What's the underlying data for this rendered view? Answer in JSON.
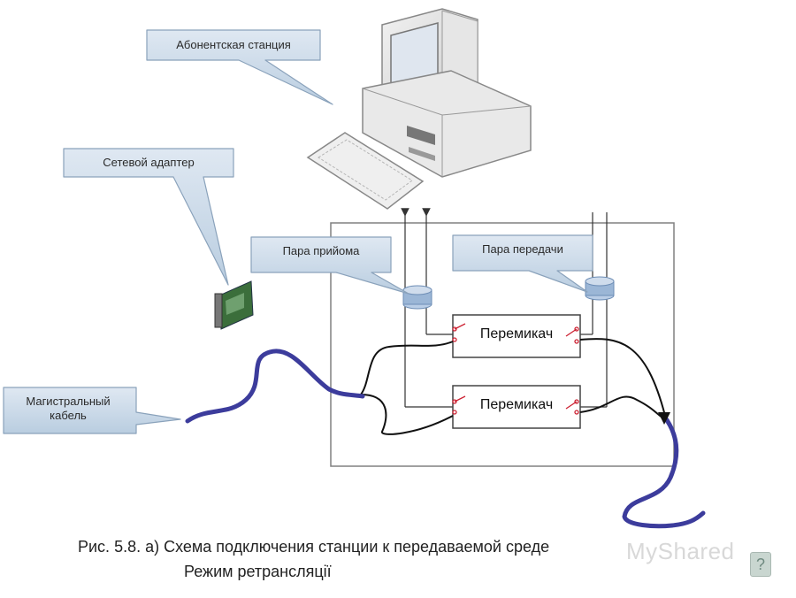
{
  "callouts": {
    "station": "Абонентская станция",
    "adapter": "Сетевой адаптер",
    "receive_pair": "Пара прийома",
    "transmit_pair": "Пара передачи",
    "trunk_cable": "Магистральный кабель"
  },
  "switches": {
    "top": "Перемикач",
    "bottom": "Перемикач"
  },
  "caption": {
    "line1": "Рис. 5.8. а) Схема подключения станции к передаваемой среде",
    "line2": "Режим ретрансляції"
  },
  "watermark": {
    "text": "MyShared",
    "help_glyph": "?"
  },
  "colors": {
    "callout_fill": "#c8d6e6",
    "cable": "#3c3c9c",
    "coil": "#9bb6d6"
  }
}
